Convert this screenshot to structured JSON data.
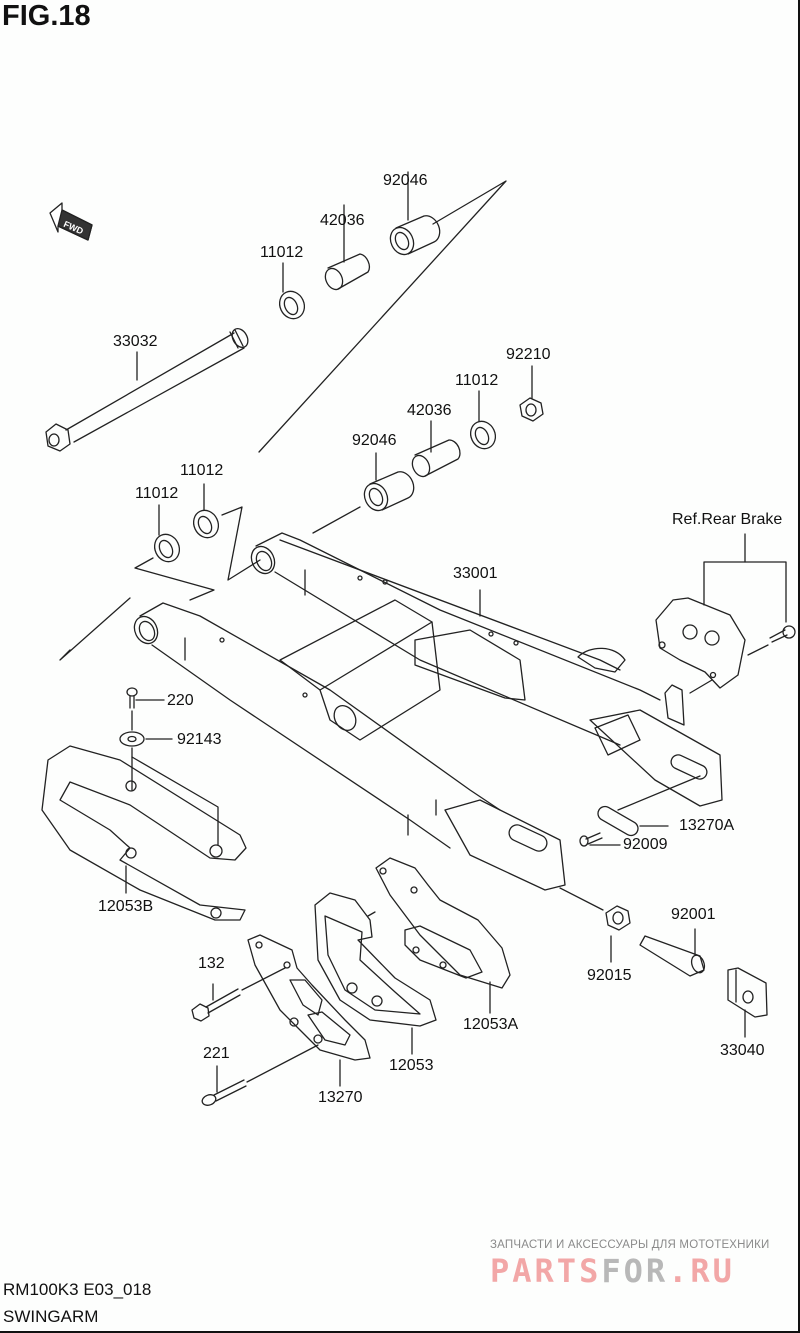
{
  "figure": {
    "title": "FIG.18",
    "model_code": "RM100K3 E03_018",
    "section_name": "SWINGARM",
    "direction_indicator": "FWD"
  },
  "part_labels": [
    {
      "id": "92046-top",
      "number": "92046"
    },
    {
      "id": "42036-top",
      "number": "42036"
    },
    {
      "id": "11012-top",
      "number": "11012"
    },
    {
      "id": "33032",
      "number": "33032"
    },
    {
      "id": "92210",
      "number": "92210"
    },
    {
      "id": "11012-mid",
      "number": "11012"
    },
    {
      "id": "42036-mid",
      "number": "42036"
    },
    {
      "id": "92046-mid",
      "number": "92046"
    },
    {
      "id": "11012-left-a",
      "number": "11012"
    },
    {
      "id": "11012-left-b",
      "number": "11012"
    },
    {
      "id": "33001",
      "number": "33001"
    },
    {
      "id": "ref-rear-brake",
      "number": "Ref.Rear Brake"
    },
    {
      "id": "220",
      "number": "220"
    },
    {
      "id": "92143",
      "number": "92143"
    },
    {
      "id": "13270A",
      "number": "13270A"
    },
    {
      "id": "92009",
      "number": "92009"
    },
    {
      "id": "12053B",
      "number": "12053B"
    },
    {
      "id": "92001",
      "number": "92001"
    },
    {
      "id": "92015",
      "number": "92015"
    },
    {
      "id": "132",
      "number": "132"
    },
    {
      "id": "12053A",
      "number": "12053A"
    },
    {
      "id": "221",
      "number": "221"
    },
    {
      "id": "12053",
      "number": "12053"
    },
    {
      "id": "13270",
      "number": "13270"
    },
    {
      "id": "33040",
      "number": "33040"
    }
  ],
  "watermark": {
    "tagline": "ЗАПЧАСТИ И АКСЕССУАРЫ ДЛЯ МОТОТЕХНИКИ",
    "logo_part1": "PARTS",
    "logo_part2": "FOR",
    "logo_part3": ".RU",
    "colors": {
      "red": "#f2a7a7",
      "grey": "#b8b8b8"
    }
  }
}
